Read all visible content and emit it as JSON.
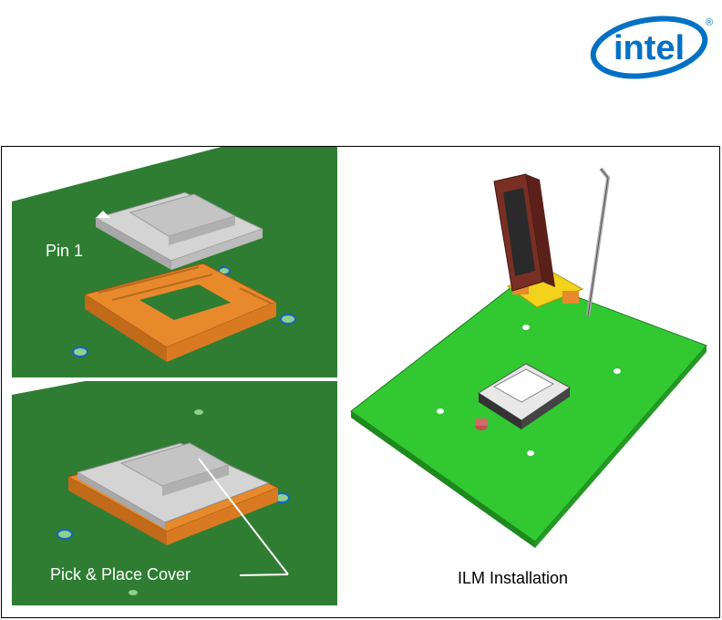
{
  "brand": {
    "logo_text": "intel",
    "registered_mark": "®",
    "color": "#0071c5"
  },
  "labels": {
    "pin1": "Pin 1",
    "pick_place_cover": "Pick & Place Cover",
    "ilm_installation": "ILM Installation"
  },
  "colors": {
    "board_dark": "#2e7d32",
    "board_light": "#32c832",
    "socket_orange": "#e8892b",
    "cover_gray": "#c8c8c8",
    "ilm_brown": "#7a2f24",
    "ilm_yellow": "#f2d21b"
  }
}
